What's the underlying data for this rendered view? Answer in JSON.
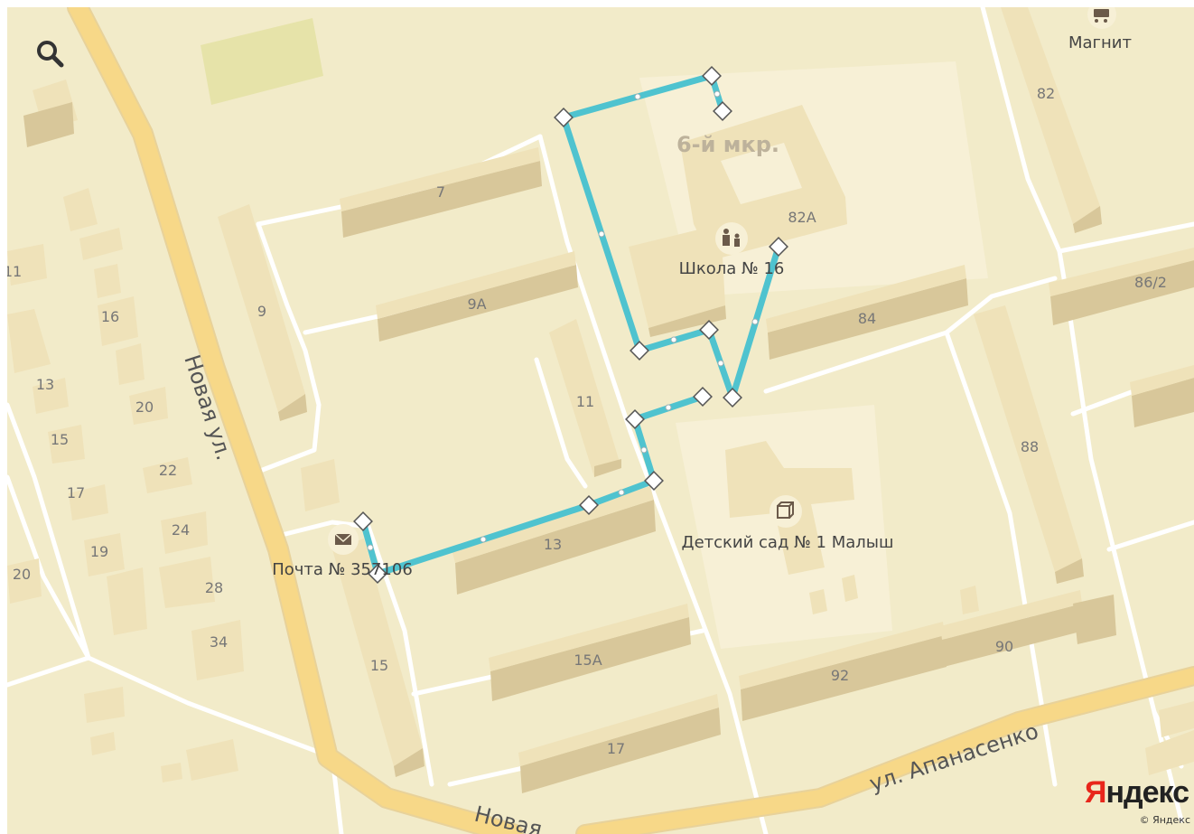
{
  "colors": {
    "background": "#f2ebc9",
    "road_main": "#f7d888",
    "road_minor": "#ffffff",
    "building_top": "#efe2b9",
    "building_side": "#d8c79a",
    "park": "#e8e4a8",
    "route": "#4fc3cf",
    "yandex_red": "#e8261b"
  },
  "controls": {
    "search_icon": "search-icon"
  },
  "district_label": "6-й мкр.",
  "streets": {
    "novaya": "Новая ул.",
    "novaya_bottom": "Новая",
    "apanasenko": "ул. Апанасенко"
  },
  "pois": [
    {
      "name": "Магнит",
      "icon": "shopping-cart-icon"
    },
    {
      "name": "Школа № 16",
      "icon": "school-icon"
    },
    {
      "name": "Детский сад № 1 Малыш",
      "icon": "kindergarten-icon"
    },
    {
      "name": "Почта № 357106",
      "icon": "mail-icon"
    }
  ],
  "house_numbers": [
    "82",
    "82А",
    "7",
    "9",
    "9А",
    "84",
    "86/2",
    "11",
    "88",
    "13",
    "15",
    "15А",
    "92",
    "90",
    "17",
    "16",
    "13",
    "20",
    "15",
    "22",
    "17",
    "24",
    "19",
    "28",
    "20",
    "34",
    "11"
  ],
  "logo": {
    "brand": "Яндекс",
    "copyright": "© Яндекс"
  }
}
